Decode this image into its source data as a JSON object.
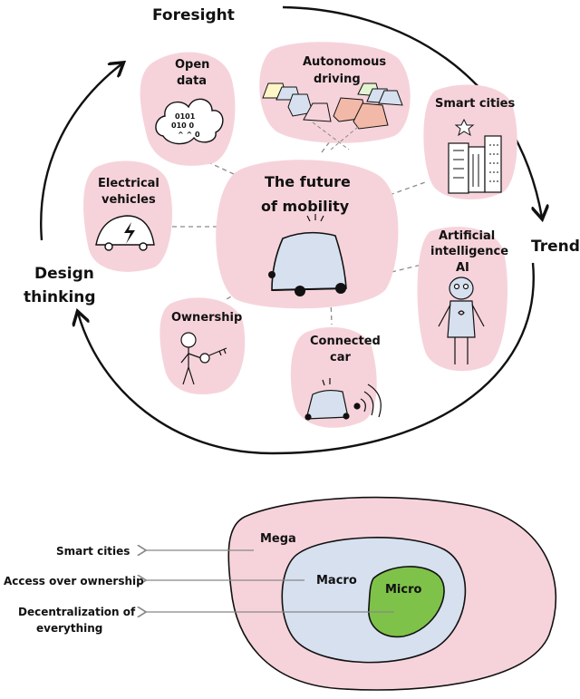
{
  "cycle": {
    "foresight": "Foresight",
    "trends": "Trends",
    "design_line1": "Design",
    "design_line2": "thinking"
  },
  "center": {
    "line1": "The future",
    "line2": "of mobility"
  },
  "topics": {
    "open_data": {
      "line1": "Open",
      "line2": "data",
      "icon": "cloud-icon",
      "cloud_text": [
        "0101",
        "010 0",
        "^ ^ 0"
      ]
    },
    "autonomous": {
      "line1": "Autonomous",
      "line2": "driving",
      "icon": "car-fleet-icon"
    },
    "smart_cities": {
      "line1": "Smart cities",
      "icon": "city-buildings-icon"
    },
    "electrical": {
      "line1": "Electrical",
      "line2": "vehicles",
      "icon": "electric-car-icon"
    },
    "ai": {
      "line1": "Artificial",
      "line2": "intelligence",
      "badge": "AI",
      "icon": "robot-icon"
    },
    "ownership": {
      "line1": "Ownership",
      "icon": "person-with-key-icon"
    },
    "connected": {
      "line1": "Connected",
      "line2": "car",
      "icon": "connected-car-icon"
    }
  },
  "layers": {
    "mega": "Mega",
    "macro": "Macro",
    "micro": "Micro"
  },
  "arrow_labels": {
    "smart_cities": "Smart cities",
    "access": "Access over ownership",
    "decent_line1": "Decentralization of",
    "decent_line2": "everything"
  },
  "colors": {
    "pink": "#f6d3db",
    "blue": "#d6e0ef",
    "green": "#7fc24a",
    "ink": "#111111"
  }
}
